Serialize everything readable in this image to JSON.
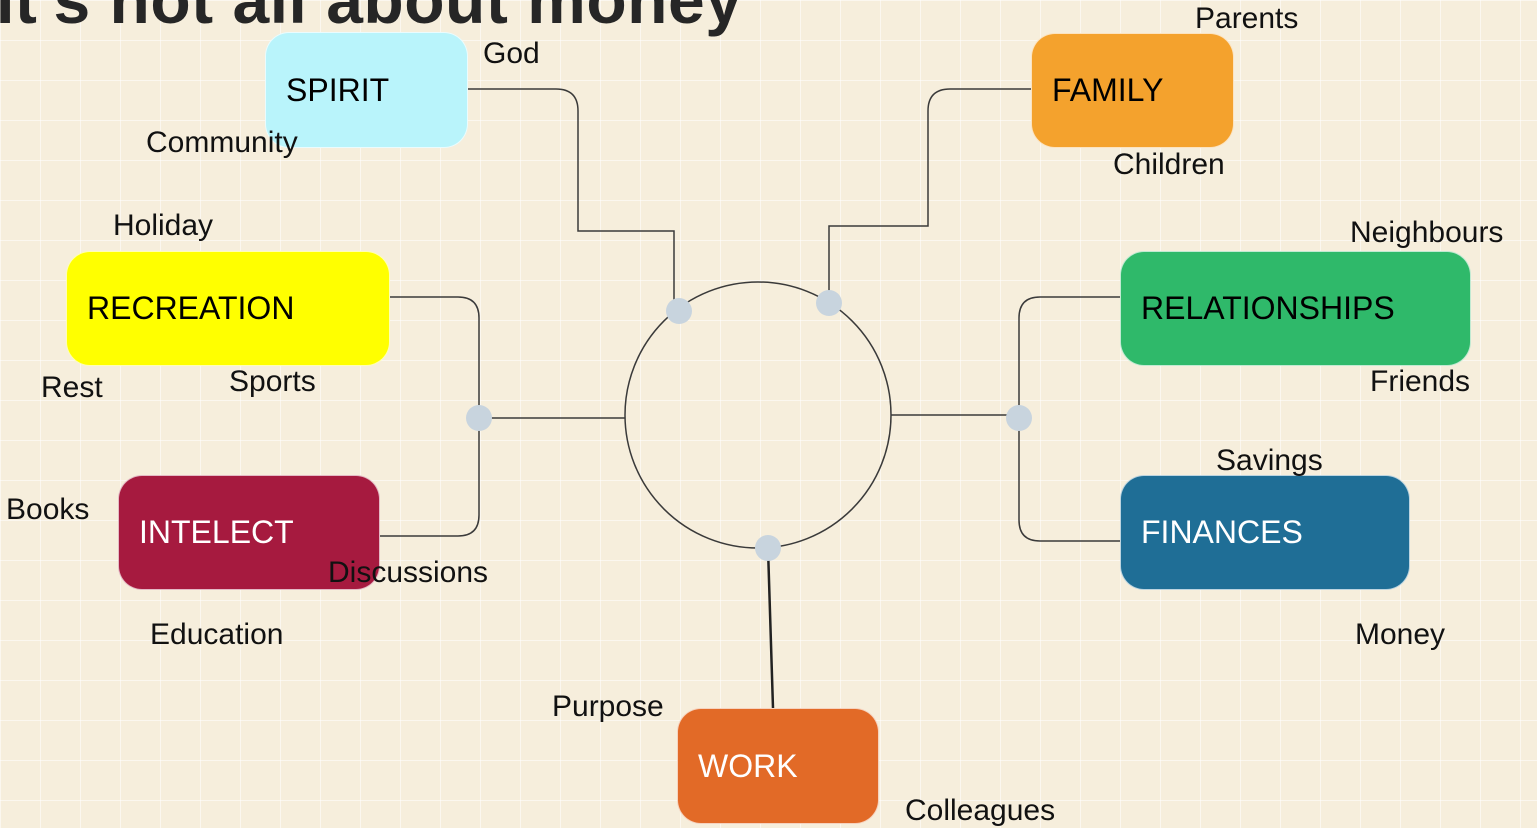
{
  "slide": {
    "title": "It's not all about money"
  },
  "categories": {
    "spirit": "SPIRIT",
    "family": "FAMILY",
    "recreation": "RECREATION",
    "relationships": "RELATIONSHIPS",
    "intelect": "INTELECT",
    "finances": "FINANCES",
    "work": "WORK"
  },
  "colors": {
    "spirit": "#b9f4fb",
    "family": "#f4a22d",
    "recreation": "#ffff00",
    "relationships": "#2fb96a",
    "intelect": "#a61a3f",
    "finances": "#1f6e96",
    "work": "#e26a27",
    "connector": "#3a3a3a",
    "dot": "#c8d4de"
  },
  "labels": {
    "god": "God",
    "community": "Community",
    "parents": "Parents",
    "children": "Children",
    "holiday": "Holiday",
    "rest": "Rest",
    "sports": "Sports",
    "neighbours": "Neighbours",
    "friends": "Friends",
    "books": "Books",
    "discussions": "Discussions",
    "education": "Education",
    "savings": "Savings",
    "money": "Money",
    "purpose": "Purpose",
    "colleagues": "Colleagues"
  }
}
